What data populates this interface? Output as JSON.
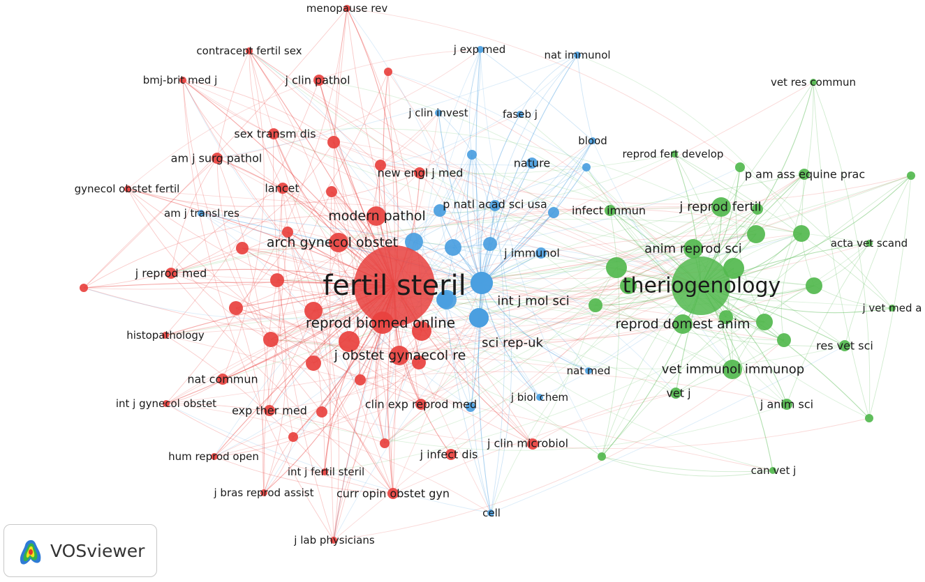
{
  "branding": {
    "logo_name": "VOSviewer"
  },
  "colors": {
    "red": "#e8413e",
    "blue": "#4a9ee0",
    "green": "#52b84e"
  },
  "nodes": [
    {
      "id": "fertil_steril",
      "label": "fertil steril",
      "cluster": "red",
      "size": "xl"
    },
    {
      "id": "menopause_rev",
      "label": "menopause rev",
      "cluster": "red",
      "size": "xs"
    },
    {
      "id": "contracept",
      "label": "contracept fertil sex",
      "cluster": "red",
      "size": "xs"
    },
    {
      "id": "bmj",
      "label": "bmj-brit med j",
      "cluster": "red",
      "size": "xs"
    },
    {
      "id": "j_clin_pathol",
      "label": "j clin pathol",
      "cluster": "red",
      "size": "s"
    },
    {
      "id": "sex_transm",
      "label": "sex transm dis",
      "cluster": "red",
      "size": "s"
    },
    {
      "id": "am_j_surg",
      "label": "am j surg pathol",
      "cluster": "red",
      "size": "s"
    },
    {
      "id": "gynecol_obstet_fertil",
      "label": "gynecol obstet fertil",
      "cluster": "red",
      "size": "xs"
    },
    {
      "id": "lancet",
      "label": "lancet",
      "cluster": "red",
      "size": "s"
    },
    {
      "id": "new_engl",
      "label": "new engl j med",
      "cluster": "red",
      "size": "s"
    },
    {
      "id": "modern_pathol",
      "label": "modern pathol",
      "cluster": "red",
      "size": "m"
    },
    {
      "id": "arch_gynecol",
      "label": "arch gynecol obstet",
      "cluster": "red",
      "size": "m"
    },
    {
      "id": "j_reprod_med",
      "label": "j reprod med",
      "cluster": "red",
      "size": "s"
    },
    {
      "id": "histopathology",
      "label": "histopathology",
      "cluster": "red",
      "size": "xs"
    },
    {
      "id": "reprod_biomed",
      "label": "reprod biomed online",
      "cluster": "red",
      "size": "l"
    },
    {
      "id": "j_obstet_gynaecol",
      "label": "j obstet gynaecol re",
      "cluster": "red",
      "size": "m"
    },
    {
      "id": "nat_commun",
      "label": "nat commun",
      "cluster": "red",
      "size": "s"
    },
    {
      "id": "int_j_gynecol",
      "label": "int j gynecol obstet",
      "cluster": "red",
      "size": "xs"
    },
    {
      "id": "exp_ther_med",
      "label": "exp ther med",
      "cluster": "red",
      "size": "s"
    },
    {
      "id": "clin_exp_reprod",
      "label": "clin exp reprod med",
      "cluster": "red",
      "size": "s"
    },
    {
      "id": "hum_reprod_open",
      "label": "hum reprod open",
      "cluster": "red",
      "size": "xs"
    },
    {
      "id": "int_j_fertil",
      "label": "int j fertil steril",
      "cluster": "red",
      "size": "xs"
    },
    {
      "id": "j_bras",
      "label": "j bras reprod assist",
      "cluster": "red",
      "size": "xs"
    },
    {
      "id": "curr_opin",
      "label": "curr opin obstet gyn",
      "cluster": "red",
      "size": "s"
    },
    {
      "id": "j_lab_phys",
      "label": "j lab physicians",
      "cluster": "red",
      "size": "xs"
    },
    {
      "id": "j_infect_dis",
      "label": "j infect dis",
      "cluster": "red",
      "size": "s"
    },
    {
      "id": "j_clin_microbiol",
      "label": "j clin microbiol",
      "cluster": "red",
      "size": "s"
    },
    {
      "id": "j_exp_med",
      "label": "j exp med",
      "cluster": "blue",
      "size": "xs"
    },
    {
      "id": "nat_immunol",
      "label": "nat immunol",
      "cluster": "blue",
      "size": "xs"
    },
    {
      "id": "j_clin_invest",
      "label": "j clin invest",
      "cluster": "blue",
      "size": "xs"
    },
    {
      "id": "faseb_j",
      "label": "faseb j",
      "cluster": "blue",
      "size": "xs"
    },
    {
      "id": "blood",
      "label": "blood",
      "cluster": "blue",
      "size": "xs"
    },
    {
      "id": "nature",
      "label": "nature",
      "cluster": "blue",
      "size": "s"
    },
    {
      "id": "pnas",
      "label": "p natl acad sci usa",
      "cluster": "blue",
      "size": "s"
    },
    {
      "id": "am_j_transl",
      "label": "am j transl res",
      "cluster": "blue",
      "size": "xs"
    },
    {
      "id": "j_immunol",
      "label": "j immunol",
      "cluster": "blue",
      "size": "s"
    },
    {
      "id": "int_j_mol_sci",
      "label": "int j mol sci",
      "cluster": "blue",
      "size": "m"
    },
    {
      "id": "sci_rep",
      "label": "sci rep-uk",
      "cluster": "blue",
      "size": "m"
    },
    {
      "id": "nat_med",
      "label": "nat med",
      "cluster": "blue",
      "size": "xs"
    },
    {
      "id": "j_biol_chem",
      "label": "j biol chem",
      "cluster": "blue",
      "size": "xs"
    },
    {
      "id": "cell",
      "label": "cell",
      "cluster": "blue",
      "size": "xs"
    },
    {
      "id": "infect_immun",
      "label": "infect immun",
      "cluster": "green",
      "size": "s"
    },
    {
      "id": "theriogenology",
      "label": "theriogenology",
      "cluster": "green",
      "size": "xl"
    },
    {
      "id": "vet_res_commun",
      "label": "vet res commun",
      "cluster": "green",
      "size": "xs"
    },
    {
      "id": "reprod_fert_develop",
      "label": "reprod fert develop",
      "cluster": "green",
      "size": "xs"
    },
    {
      "id": "p_am_ass",
      "label": "p am ass equine prac",
      "cluster": "green",
      "size": "s"
    },
    {
      "id": "j_reprod_fertil",
      "label": "j reprod fertil",
      "cluster": "green",
      "size": "m"
    },
    {
      "id": "anim_reprod_sci",
      "label": "anim reprod sci",
      "cluster": "green",
      "size": "m"
    },
    {
      "id": "acta_vet_scand",
      "label": "acta vet scand",
      "cluster": "green",
      "size": "xs"
    },
    {
      "id": "j_vet_med_a",
      "label": "j vet med a",
      "cluster": "green",
      "size": "xs"
    },
    {
      "id": "reprod_domest",
      "label": "reprod domest anim",
      "cluster": "green",
      "size": "l"
    },
    {
      "id": "res_vet_sci",
      "label": "res vet sci",
      "cluster": "green",
      "size": "s"
    },
    {
      "id": "vet_immunol",
      "label": "vet immunol immunop",
      "cluster": "green",
      "size": "m"
    },
    {
      "id": "vet_j",
      "label": "vet j",
      "cluster": "green",
      "size": "s"
    },
    {
      "id": "j_anim_sci",
      "label": "j anim sci",
      "cluster": "green",
      "size": "s"
    },
    {
      "id": "can_vet_j",
      "label": "can vet j",
      "cluster": "green",
      "size": "xs"
    }
  ]
}
